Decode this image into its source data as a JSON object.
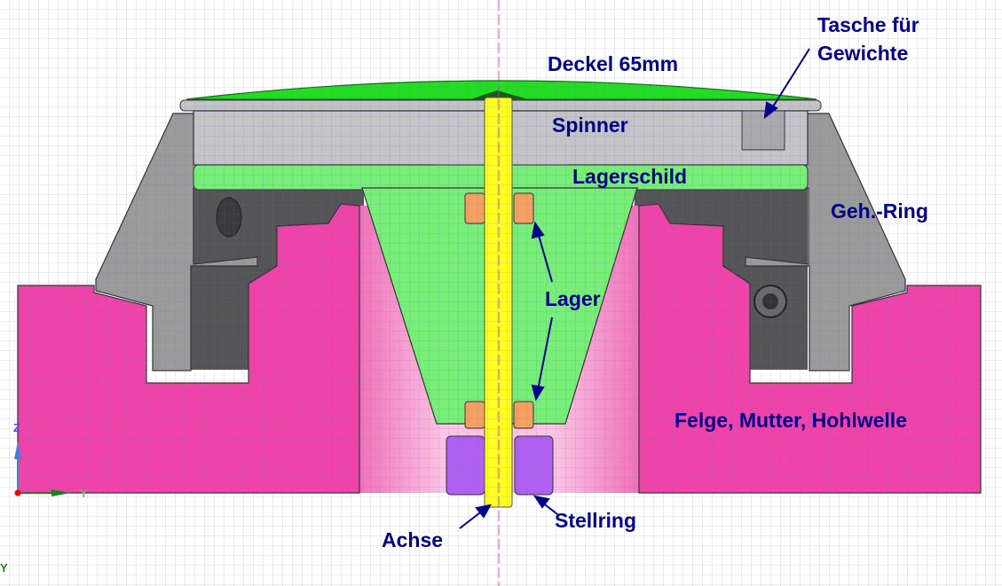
{
  "labels": {
    "deckel": "Deckel 65mm",
    "tasche_line1": "Tasche für",
    "tasche_line2": "Gewichte",
    "spinner": "Spinner",
    "lagerschild": "Lagerschild",
    "geh_ring": "Geh.-Ring",
    "lager": "Lager",
    "felge": "Felge, Mutter, Hohlwelle",
    "achse": "Achse",
    "stellring": "Stellring"
  },
  "axes": {
    "z": "Z",
    "y": "Y",
    "y_corner": "Y"
  },
  "colors": {
    "label": "#00008b",
    "felge": "#ee44aa",
    "deckel": "#22dd22",
    "lagerschild": "#77ee77",
    "gehaeuse": "#9a9a9a",
    "spinner": "#c4c4c8",
    "lager": "#f4a060",
    "stellring": "#b060f0",
    "achse": "#ffff22",
    "grid": "#b0b0d8"
  }
}
